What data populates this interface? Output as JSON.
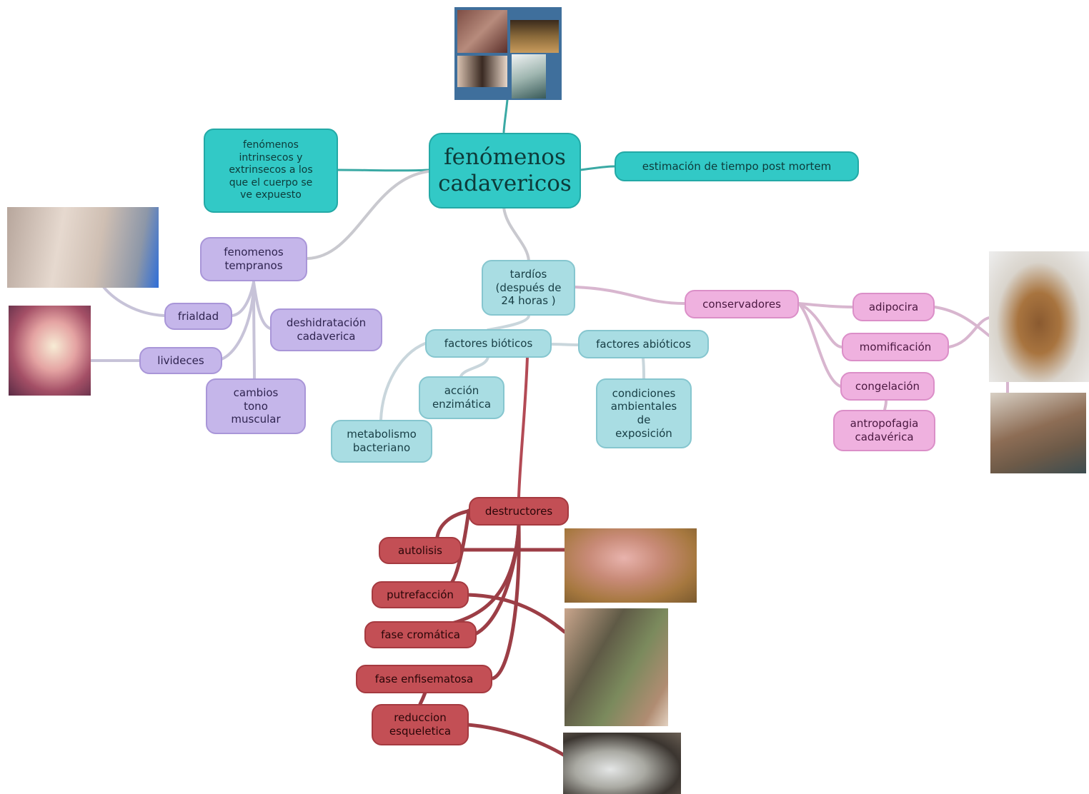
{
  "central": {
    "label": "fenómenos\ncadavericos"
  },
  "branches": {
    "intrinsecos": "fenómenos\nintrinsecos y\nextrinsecos a los\nque el cuerpo se\nve expuesto",
    "estimacion": "estimación de tiempo post mortem",
    "tempranos": {
      "label": "fenomenos\ntempranos",
      "children": [
        "frialdad",
        "livideces",
        "deshidratación\ncadaverica",
        "cambios\ntono\nmuscular"
      ]
    },
    "tardios": {
      "label": "tardíos\n(después de\n24 horas )",
      "bioticos": "factores bióticos",
      "abioticos": "factores abióticos",
      "accion": "acción\nenzimática",
      "metabolismo": "metabolismo\nbacteriano",
      "condiciones": "condiciones\nambientales\nde\nexposición"
    },
    "conservadores": {
      "label": "conservadores",
      "children": [
        "adipocira",
        "momificación",
        "congelación",
        "antropofagia\ncadavérica"
      ]
    },
    "destructores": {
      "label": "destructores",
      "children": [
        "autolisis",
        "putrefacción",
        "fase cromática",
        "fase enfisematosa",
        "reduccion\nesqueletica"
      ]
    }
  },
  "colors": {
    "central": "#32c9c6",
    "tempranos": "#c5b6ea",
    "tardios": "#a9dde3",
    "conservadores": "#efb1df",
    "destructores": "#c34f55"
  }
}
